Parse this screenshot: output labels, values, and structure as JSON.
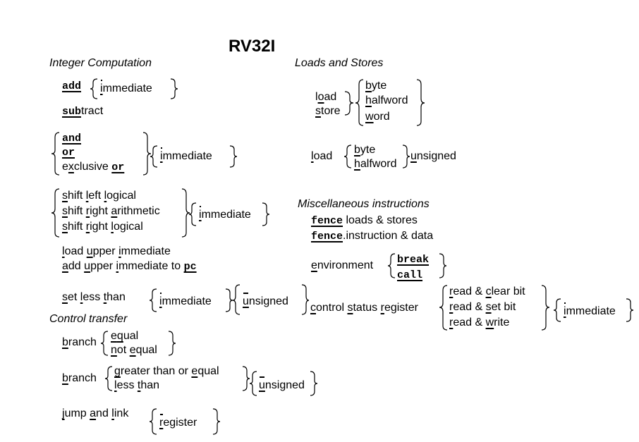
{
  "title": "RV32I",
  "sections": {
    "integer_computation": "Integer Computation",
    "loads_and_stores": "Loads and Stores",
    "miscellaneous": "Miscellaneous instructions",
    "control_transfer": "Control transfer"
  }
}
